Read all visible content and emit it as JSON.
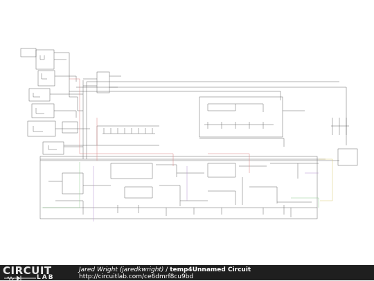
{
  "footer": {
    "logo_word": "CIRCUIT",
    "logo_sub": "LAB",
    "author": "Jared Wright (jaredkwright)",
    "separator": " / ",
    "circuit_title": "temp4Unnamed Circuit",
    "url": "http://circuitlab.com/ce6dmrf8cu9bd"
  },
  "colors": {
    "background": "#ffffff",
    "footer_bg": "#1f1f1f",
    "wire": "#555555",
    "wire_red": "#d98080",
    "wire_green": "#8fc98f",
    "wire_purple": "#b48fcf",
    "wire_yellow": "#d8c870"
  }
}
